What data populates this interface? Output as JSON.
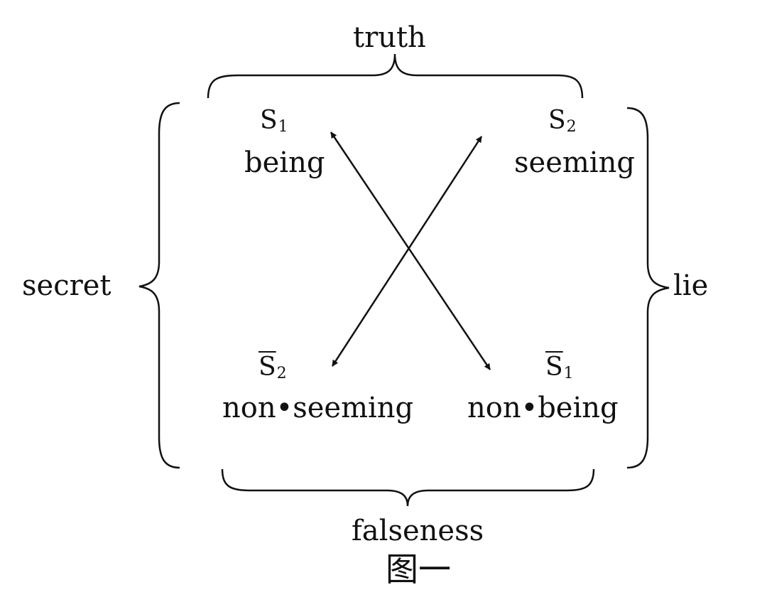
{
  "diagram": {
    "braces": {
      "top": "truth",
      "bottom": "falseness",
      "left": "secret",
      "right": "lie"
    },
    "corners": {
      "top_left": {
        "symbol": "S",
        "index": "1",
        "negated": false,
        "term": "being"
      },
      "top_right": {
        "symbol": "S",
        "index": "2",
        "negated": false,
        "term": "seeming"
      },
      "bottom_left": {
        "symbol": "S",
        "index": "2",
        "negated": true,
        "term": "non•seeming"
      },
      "bottom_right": {
        "symbol": "S",
        "index": "1",
        "negated": true,
        "term": "non•being"
      }
    },
    "caption": "图一",
    "colors": {
      "ink": "#111111",
      "background": "#ffffff"
    }
  }
}
